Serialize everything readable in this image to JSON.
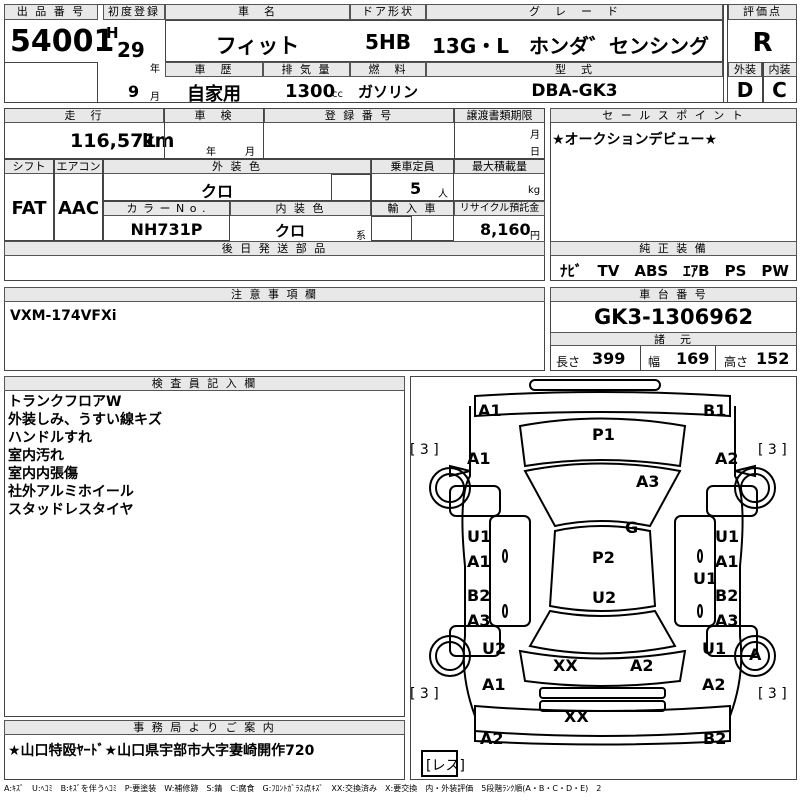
{
  "header": {
    "lot_label": "出 品 番 号",
    "lot_value": "54001",
    "reg_label": "初度登録",
    "era": "H",
    "year": "29",
    "year_unit": "年",
    "month": "9",
    "month_unit": "月",
    "car_label": "車　名",
    "car_value": "フィット",
    "door_label": "ドア形状",
    "door_value": "5HB",
    "grade_label": "グ　レ　ー　ド",
    "grade_value": "13G・L　ホンダ゛センシング",
    "score_label": "評価点",
    "score_value": "R",
    "history_label": "車　歴",
    "history_value": "自家用",
    "displacement_label": "排 気 量",
    "displacement_value": "1300",
    "displacement_unit": "cc",
    "fuel_label": "燃　料",
    "fuel_value": "ガソリン",
    "model_label": "型　式",
    "model_value": "DBA-GK3",
    "ext_label": "外装",
    "ext_value": "D",
    "int_label": "内装",
    "int_value": "C"
  },
  "details": {
    "mileage_label": "走　行",
    "mileage_value": "116,571",
    "mileage_unit": "km",
    "inspection_label": "車　検",
    "inspection_year_unit": "年",
    "inspection_month_unit": "月",
    "plate_label": "登 録 番 号",
    "transfer_label": "譲渡書類期限",
    "transfer_month_unit": "月",
    "transfer_day_unit": "日",
    "shift_label": "シフト",
    "shift_value": "FAT",
    "ac_label": "エアコン",
    "ac_value": "AAC",
    "color_label": "外 装 色",
    "color_value": "クロ",
    "capacity_label": "乗車定員",
    "capacity_value": "5",
    "capacity_unit": "人",
    "load_label": "最大積載量",
    "load_unit": "kg",
    "color_no_label": "カ ラ ー N o .",
    "color_no_value": "NH731P",
    "interior_label": "内 装 色",
    "interior_value": "クロ",
    "interior_unit": "系",
    "import_label": "輸 入 車",
    "recycle_label": "リサイクル預託金",
    "recycle_value": "8,160",
    "recycle_unit": "円",
    "later_label": "後 日 発 送 部 品"
  },
  "sales": {
    "label": "セ ー ル ス ポ イ ン ト",
    "value": "★オークションデビュー★",
    "equip_label": "純 正 装 備",
    "equip_value": "ﾅﾋﾞ　TV　ABS　ｴｱB　PS　PW"
  },
  "notes": {
    "label": "注 意 事 項 欄",
    "value": "VXM-174VFXi"
  },
  "chassis": {
    "label": "車 台 番 号",
    "value": "GK3-1306962",
    "spec_label": "諸　元",
    "length_label": "長さ",
    "length_value": "399",
    "width_label": "幅",
    "width_value": "169",
    "height_label": "高さ",
    "height_value": "152"
  },
  "inspector": {
    "label": "検 査 員 記 入 欄",
    "lines": [
      "トランクフロアW",
      "外装しみ、うすい線キズ",
      "ハンドルすれ",
      "室内汚れ",
      "室内内張傷",
      "社外アルミホイール",
      "スタッドレスタイヤ"
    ]
  },
  "office": {
    "label": "事 務 局 よ り ご 案 内",
    "value": "★山口特殴ﾔｰﾄﾞ★山口県宇部市大字妻崎開作720"
  },
  "diagram": {
    "tire_marks": [
      "[ 3 ]",
      "[ 3 ]",
      "[ 3 ]",
      "[ 3 ]",
      "[レス]"
    ],
    "labels": [
      "A1",
      "B1",
      "P1",
      "A1",
      "A2",
      "A3",
      "G",
      "U1",
      "U1",
      "A1",
      "A1",
      "U1",
      "P2",
      "B2",
      "B2",
      "U2",
      "A3",
      "A3",
      "U2",
      "U1",
      "A",
      "XX",
      "A2",
      "A1",
      "A2",
      "XX",
      "A2",
      "B2"
    ]
  },
  "legend": "A:ｷｽﾞ　U:ﾍｺﾐ　B:ｷｽﾞを伴うﾍｺﾐ　P:要塗装　W:補修跡　S:錆　C:腐食　G:ﾌﾛﾝﾄｶﾞﾗｽ点ｷｽﾞ　XX:交換済み　X:要交換　内・外装評価　5段階ﾗﾝｸ順(A・B・C・D・E)　2"
}
